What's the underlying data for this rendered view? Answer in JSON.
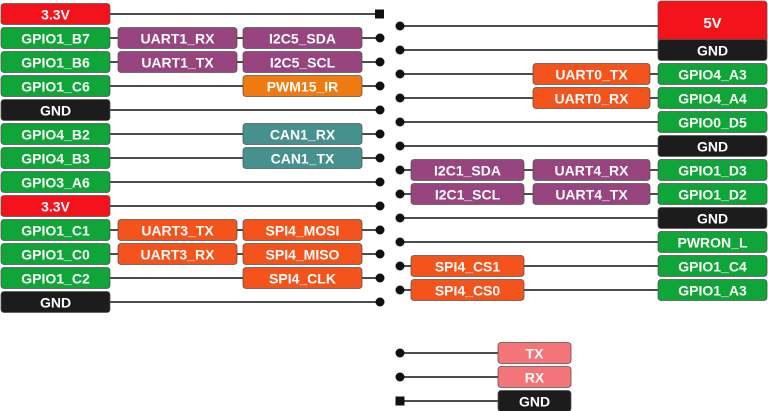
{
  "colors": {
    "power": "#f4131b",
    "gpio": "#10a538",
    "gnd": "#1c1c1c",
    "uart_purple": "#97447f",
    "i2c_purple": "#97447f",
    "pwm": "#f07a10",
    "uart0": "#f4531b",
    "can": "#46908e",
    "spi": "#f4531b",
    "legend_pink": "#f4747a",
    "line": "#111111"
  },
  "left_pins": [
    {
      "label": "3.3V",
      "type": "power",
      "funcs": [],
      "end": "square"
    },
    {
      "label": "GPIO1_B7",
      "type": "gpio",
      "funcs": [
        {
          "col": 1,
          "label": "UART1_RX",
          "type": "uart_purple"
        },
        {
          "col": 2,
          "label": "I2C5_SDA",
          "type": "i2c_purple"
        }
      ],
      "end": "dot"
    },
    {
      "label": "GPIO1_B6",
      "type": "gpio",
      "funcs": [
        {
          "col": 1,
          "label": "UART1_TX",
          "type": "uart_purple"
        },
        {
          "col": 2,
          "label": "I2C5_SCL",
          "type": "i2c_purple"
        }
      ],
      "end": "dot"
    },
    {
      "label": "GPIO1_C6",
      "type": "gpio",
      "funcs": [
        {
          "col": 2,
          "label": "PWM15_IR",
          "type": "pwm"
        }
      ],
      "end": "dot"
    },
    {
      "label": "GND",
      "type": "gnd",
      "funcs": [],
      "end": "dot"
    },
    {
      "label": "GPIO4_B2",
      "type": "gpio",
      "funcs": [
        {
          "col": 2,
          "label": "CAN1_RX",
          "type": "can"
        }
      ],
      "end": "dot"
    },
    {
      "label": "GPIO4_B3",
      "type": "gpio",
      "funcs": [
        {
          "col": 2,
          "label": "CAN1_TX",
          "type": "can"
        }
      ],
      "end": "dot"
    },
    {
      "label": "GPIO3_A6",
      "type": "gpio",
      "funcs": [],
      "end": "dot"
    },
    {
      "label": "3.3V",
      "type": "power",
      "funcs": [],
      "end": "dot"
    },
    {
      "label": "GPIO1_C1",
      "type": "gpio",
      "funcs": [
        {
          "col": 1,
          "label": "UART3_TX",
          "type": "spi"
        },
        {
          "col": 2,
          "label": "SPI4_MOSI",
          "type": "spi"
        }
      ],
      "end": "dot"
    },
    {
      "label": "GPIO1_C0",
      "type": "gpio",
      "funcs": [
        {
          "col": 1,
          "label": "UART3_RX",
          "type": "spi"
        },
        {
          "col": 2,
          "label": "SPI4_MISO",
          "type": "spi"
        }
      ],
      "end": "dot"
    },
    {
      "label": "GPIO1_C2",
      "type": "gpio",
      "funcs": [
        {
          "col": 2,
          "label": "SPI4_CLK",
          "type": "spi"
        }
      ],
      "end": "dot"
    },
    {
      "label": "GND",
      "type": "gnd",
      "funcs": [],
      "end": "dot"
    }
  ],
  "right_pins": [
    {
      "label": "5V",
      "type": "power",
      "funcs": []
    },
    {
      "label": "GND",
      "type": "gnd",
      "funcs": []
    },
    {
      "label": "GPIO4_A3",
      "type": "gpio",
      "funcs": [
        {
          "col": 2,
          "label": "UART0_TX",
          "type": "uart0"
        }
      ]
    },
    {
      "label": "GPIO4_A4",
      "type": "gpio",
      "funcs": [
        {
          "col": 2,
          "label": "UART0_RX",
          "type": "uart0"
        }
      ]
    },
    {
      "label": "GPIO0_D5",
      "type": "gpio",
      "funcs": []
    },
    {
      "label": "GND",
      "type": "gnd",
      "funcs": []
    },
    {
      "label": "GPIO1_D3",
      "type": "gpio",
      "funcs": [
        {
          "col": 1,
          "label": "I2C1_SDA",
          "type": "i2c_purple"
        },
        {
          "col": 2,
          "label": "UART4_RX",
          "type": "uart_purple"
        }
      ]
    },
    {
      "label": "GPIO1_D2",
      "type": "gpio",
      "funcs": [
        {
          "col": 1,
          "label": "I2C1_SCL",
          "type": "i2c_purple"
        },
        {
          "col": 2,
          "label": "UART4_TX",
          "type": "uart_purple"
        }
      ]
    },
    {
      "label": "GND",
      "type": "gnd",
      "funcs": []
    },
    {
      "label": "PWRON_L",
      "type": "gpio",
      "funcs": []
    },
    {
      "label": "GPIO1_C4",
      "type": "gpio",
      "funcs": [
        {
          "col": 1,
          "label": "SPI4_CS1",
          "type": "spi"
        }
      ]
    },
    {
      "label": "GPIO1_A3",
      "type": "gpio",
      "funcs": [
        {
          "col": 1,
          "label": "SPI4_CS0",
          "type": "spi"
        }
      ]
    }
  ],
  "legend": [
    {
      "label": "TX",
      "type": "legend_pink",
      "end": "dot"
    },
    {
      "label": "RX",
      "type": "legend_pink",
      "end": "dot"
    },
    {
      "label": "GND",
      "type": "gnd",
      "end": "square"
    }
  ]
}
